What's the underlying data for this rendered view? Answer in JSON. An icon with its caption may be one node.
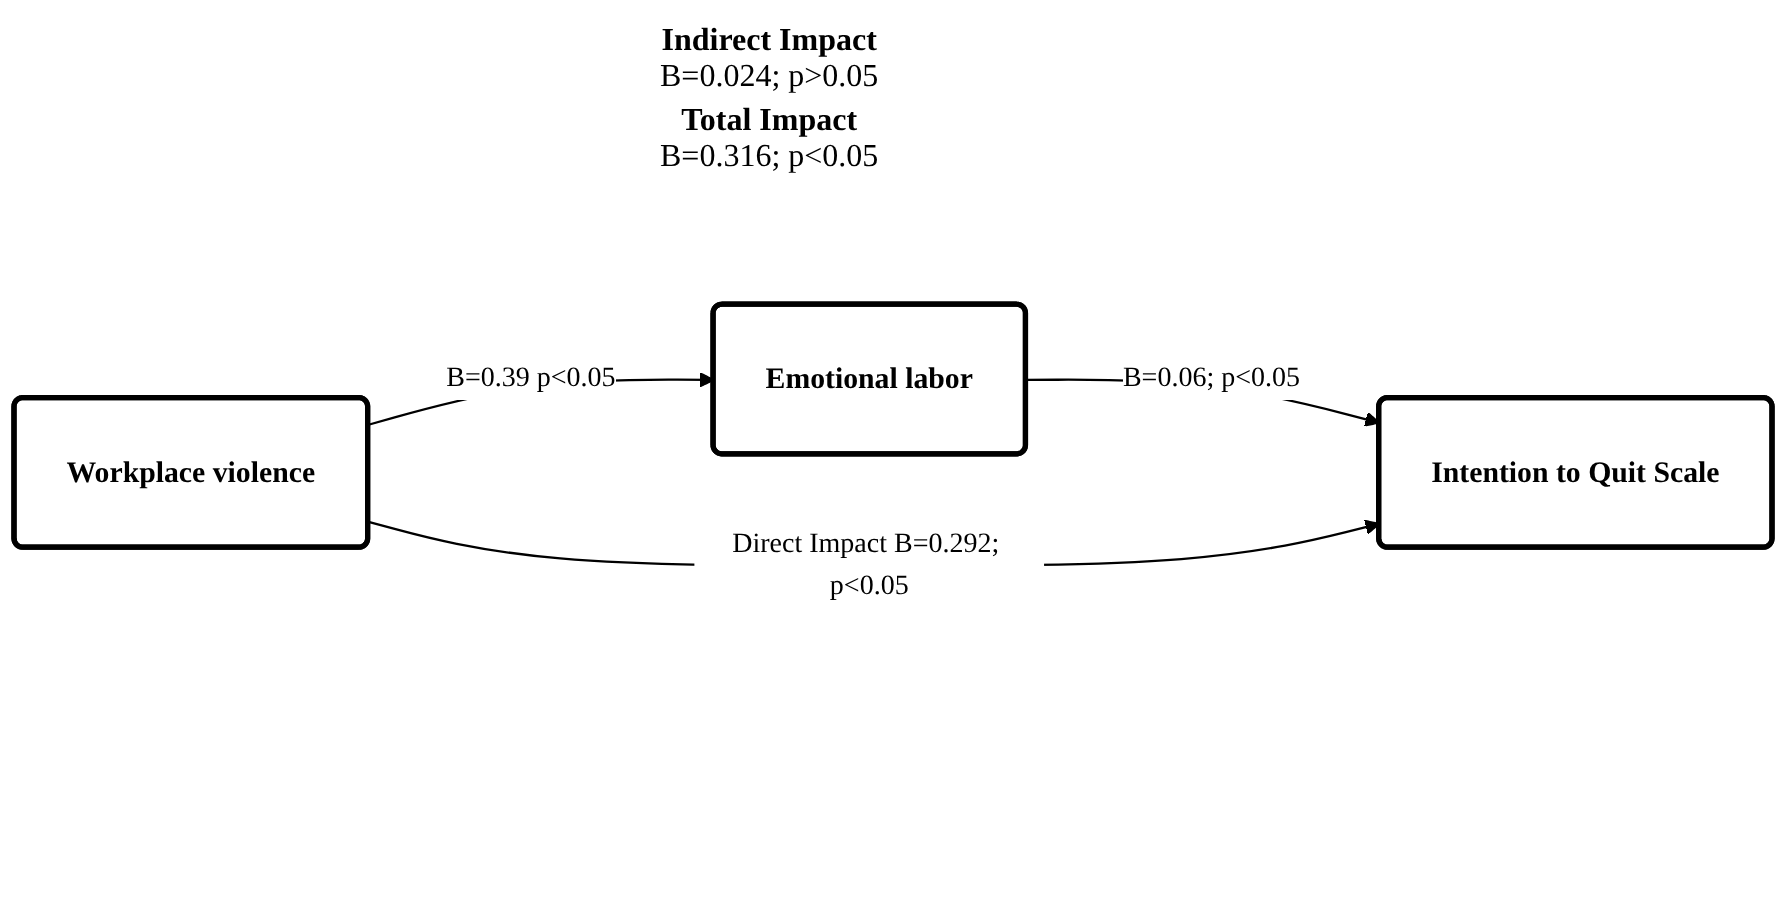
{
  "diagram": {
    "nodes": [
      {
        "text": [
          "Emotional labor"
        ]
      },
      {
        "text": [
          "Workplace violence"
        ]
      },
      {
        "text": [
          "Intention to Quit Scale"
        ]
      }
    ],
    "edges": [
      {
        "from": 1,
        "to": 0,
        "arrow": "to",
        "label": "B=0.39 p<0.05"
      },
      {
        "from": 0,
        "to": 2,
        "arrow": "to",
        "label": "B=0.06; p<0.05"
      },
      {
        "from": 1,
        "to": 2,
        "arrow": "to",
        "label": "Direct Impact B=0.292; p<0.05"
      }
    ],
    "labels": [
      "Indirect Impact",
      "B=0.024; p>0.05",
      "Total Impact",
      "B=0.316; p<0.05"
    ]
  }
}
